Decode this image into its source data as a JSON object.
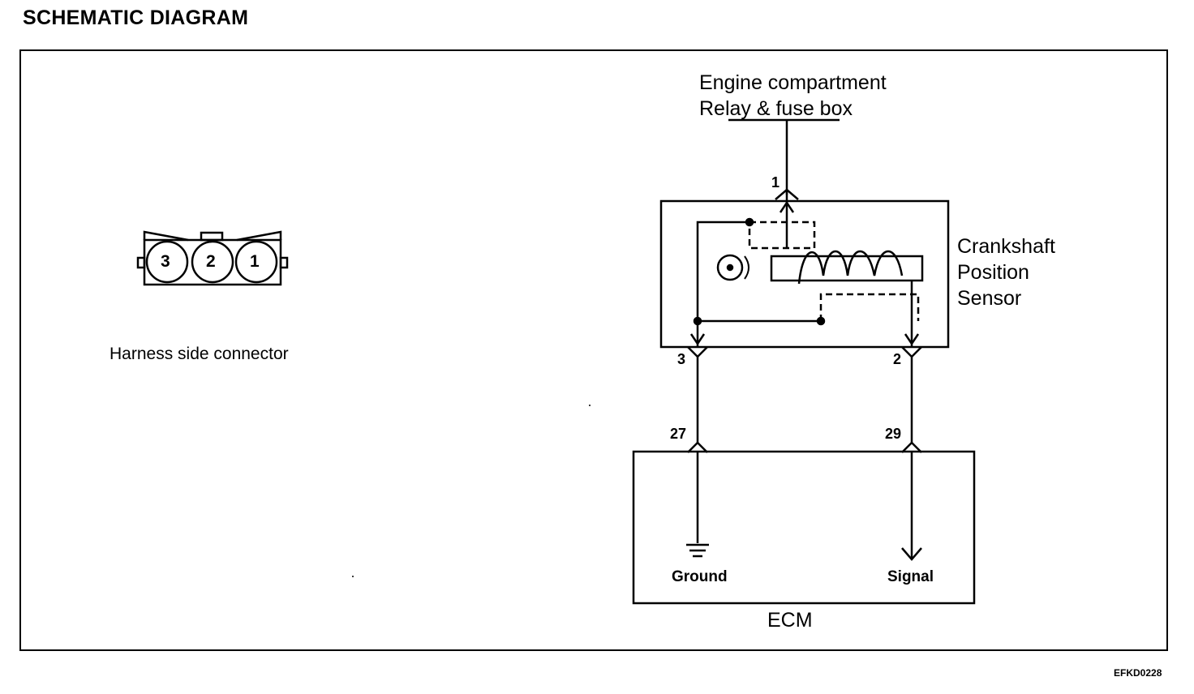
{
  "header": {
    "title": "SCHEMATIC DIAGRAM"
  },
  "connector": {
    "pins": [
      "3",
      "2",
      "1"
    ],
    "caption": "Harness side connector"
  },
  "supply": {
    "line1": "Engine compartment",
    "line2": "Relay & fuse box"
  },
  "sensor": {
    "line1": "Crankshaft",
    "line2": "Position",
    "line3": "Sensor"
  },
  "pins": {
    "sensor_supply": "1",
    "sensor_ground": "3",
    "sensor_signal": "2",
    "ecm_ground": "27",
    "ecm_signal": "29"
  },
  "ecm": {
    "name": "ECM",
    "ground_label": "Ground",
    "signal_label": "Signal"
  },
  "footer": {
    "code": "EFKD0228"
  }
}
